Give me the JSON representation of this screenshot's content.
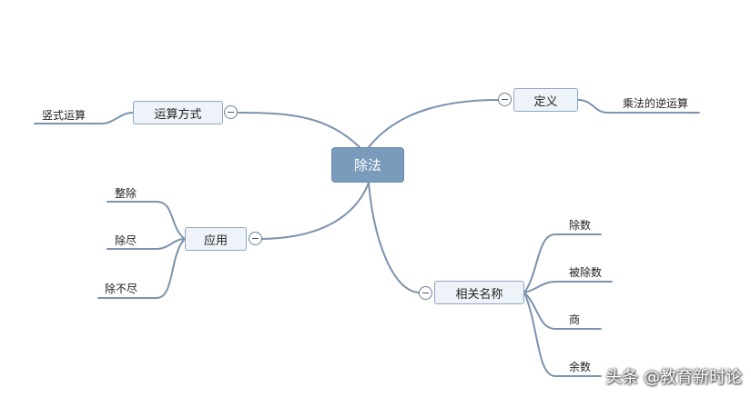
{
  "root": {
    "label": "除法"
  },
  "branches": {
    "method": {
      "label": "运算方式",
      "children": [
        "竖式运算"
      ]
    },
    "definition": {
      "label": "定义",
      "children": [
        "乘法的逆运算"
      ]
    },
    "application": {
      "label": "应用",
      "children": [
        "整除",
        "除尽",
        "除不尽"
      ]
    },
    "terms": {
      "label": "相关名称",
      "children": [
        "除数",
        "被除数",
        "商",
        "余数"
      ]
    }
  },
  "watermark": "头条 @教育新时论",
  "colors": {
    "root_fill": "#7b9bbd",
    "node_fill": "#eef3f9",
    "line": "#7b93ad"
  }
}
